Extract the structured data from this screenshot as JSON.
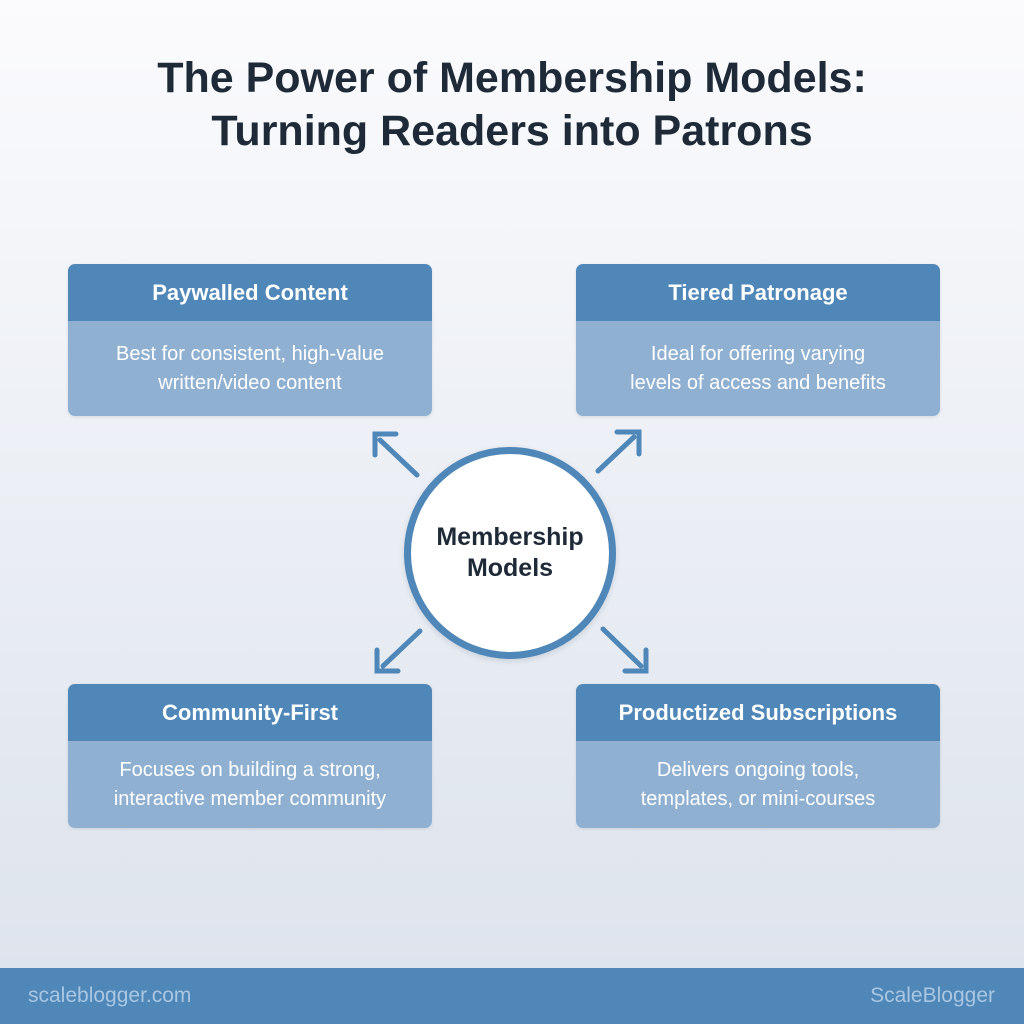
{
  "title": {
    "line1": "The Power of Membership Models:",
    "line2": "Turning Readers into Patrons"
  },
  "hub": {
    "line1": "Membership",
    "line2": "Models"
  },
  "cards": {
    "paywalled": {
      "heading": "Paywalled Content",
      "line1": "Best for consistent, high-value",
      "line2": "written/video content"
    },
    "tiered": {
      "heading": "Tiered Patronage",
      "line1": "Ideal for offering varying",
      "line2": "levels of access and benefits"
    },
    "community": {
      "heading": "Community-First",
      "line1": "Focuses on building a strong,",
      "line2": "interactive member community"
    },
    "productized": {
      "heading": "Productized Subscriptions",
      "line1": "Delivers ongoing tools,",
      "line2": "templates, or mini-courses"
    }
  },
  "footer": {
    "left": "scaleblogger.com",
    "right": "ScaleBlogger"
  },
  "colors": {
    "accent": "#4f87b8",
    "card_body": "#8fb0d1",
    "title": "#1f2a38"
  }
}
